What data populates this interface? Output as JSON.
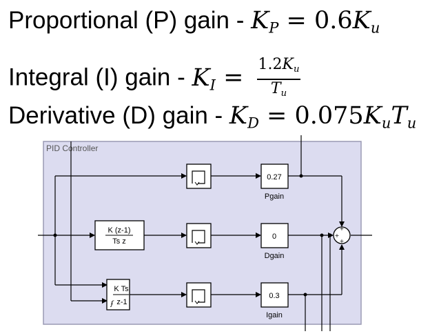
{
  "formulas": {
    "p": {
      "label": "Proportional (P) gain - ",
      "symbol": "K",
      "sub": "P",
      "eq": " = ",
      "coef": "0.6",
      "rhs_symbol": "K",
      "rhs_sub": "u"
    },
    "i": {
      "label": "Integral (I) gain - ",
      "symbol": "K",
      "sub": "I",
      "eq": " = ",
      "num_coef": "1.2",
      "num_symbol": "K",
      "num_sub": "u",
      "den_symbol": "T",
      "den_sub": "u"
    },
    "d": {
      "label": "Derivative (D) gain - ",
      "symbol": "K",
      "sub": "D",
      "eq": " = ",
      "coef": "0.075",
      "rhs_symbol1": "K",
      "rhs_sub1": "u",
      "rhs_symbol2": "T",
      "rhs_sub2": "u"
    }
  },
  "diagram": {
    "subsystem_title": "PID Controller",
    "blocks": {
      "derivative_tf": {
        "num": "K (z-1)",
        "den": "Ts z"
      },
      "integrator_tf": {
        "num": "K Ts",
        "den": "z-1"
      },
      "pgain": {
        "value": "0.27",
        "label": "Pgain"
      },
      "dgain": {
        "value": "0",
        "label": "Dgain"
      },
      "igain": {
        "value": "0.3",
        "label": "Igain"
      }
    },
    "colors": {
      "subsystem_fill": "#dcdcf0",
      "subsystem_border": "#9a9ab4",
      "title": "#555555",
      "block_fill": "#ffffff",
      "line": "#000000"
    }
  }
}
